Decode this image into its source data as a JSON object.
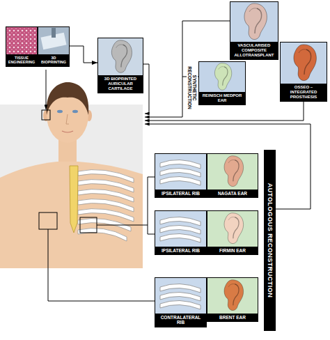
{
  "diagram": {
    "nodes": [
      {
        "text": [
          "TISSUE ENGINEERING"
        ]
      },
      {
        "text": [
          "3D BIOPRINTING"
        ]
      },
      {
        "text": [
          "3D BIOPRINTED AURICULAR CARTILAGE"
        ]
      },
      {
        "text": [
          "VASCULARISED COMPOSITE ALLOTRANSPLANT"
        ]
      },
      {
        "text": [
          "OSSEO – INTEGRATED PROSTHESIS"
        ]
      },
      {
        "text": [
          "REINISCH MEDPOR EAR"
        ]
      },
      {
        "text": [
          "IPSILATERAL RIB"
        ]
      },
      {
        "text": [
          "NAGATA EAR"
        ]
      },
      {
        "text": [
          "IPSILATERAL RIB"
        ]
      },
      {
        "text": [
          "FIRMIN EAR"
        ]
      },
      {
        "text": [
          "CONTRALATERAL RIB"
        ]
      },
      {
        "text": [
          "BRENT EAR"
        ]
      },
      {
        "text": [
          "AUTOLOGOUS RECONSTRUCTION"
        ]
      }
    ],
    "edges": [
      {
        "from": 1,
        "to": 2,
        "arrow": "to"
      }
    ],
    "labels": [
      "SYNTHETIC RECONSTRUCTION"
    ]
  }
}
